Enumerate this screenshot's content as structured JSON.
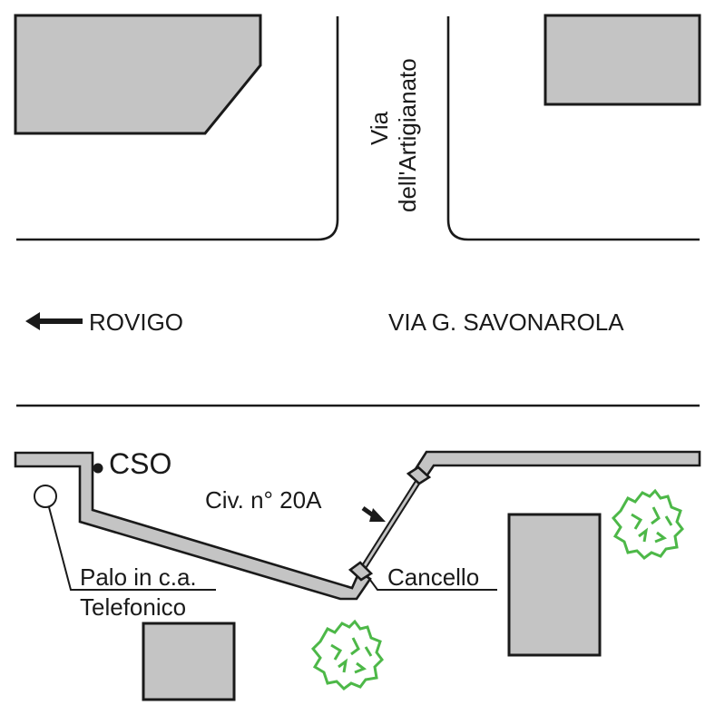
{
  "map": {
    "streets": {
      "main_street": "VIA G. SAVONAROLA",
      "side_street_line1": "Via",
      "side_street_line2": "dell'Artigianato"
    },
    "direction": {
      "label": "ROVIGO",
      "icon": "arrow-left-icon"
    },
    "labels": {
      "cso": "CSO",
      "civic_number": "Civ. n° 20A",
      "gate": "Cancello",
      "pole_line1": "Palo in c.a.",
      "pole_line2": "Telefonico"
    },
    "colors": {
      "building_fill": "#c4c4c4",
      "outline": "#1a1a1a",
      "tree": "#4db848"
    }
  }
}
